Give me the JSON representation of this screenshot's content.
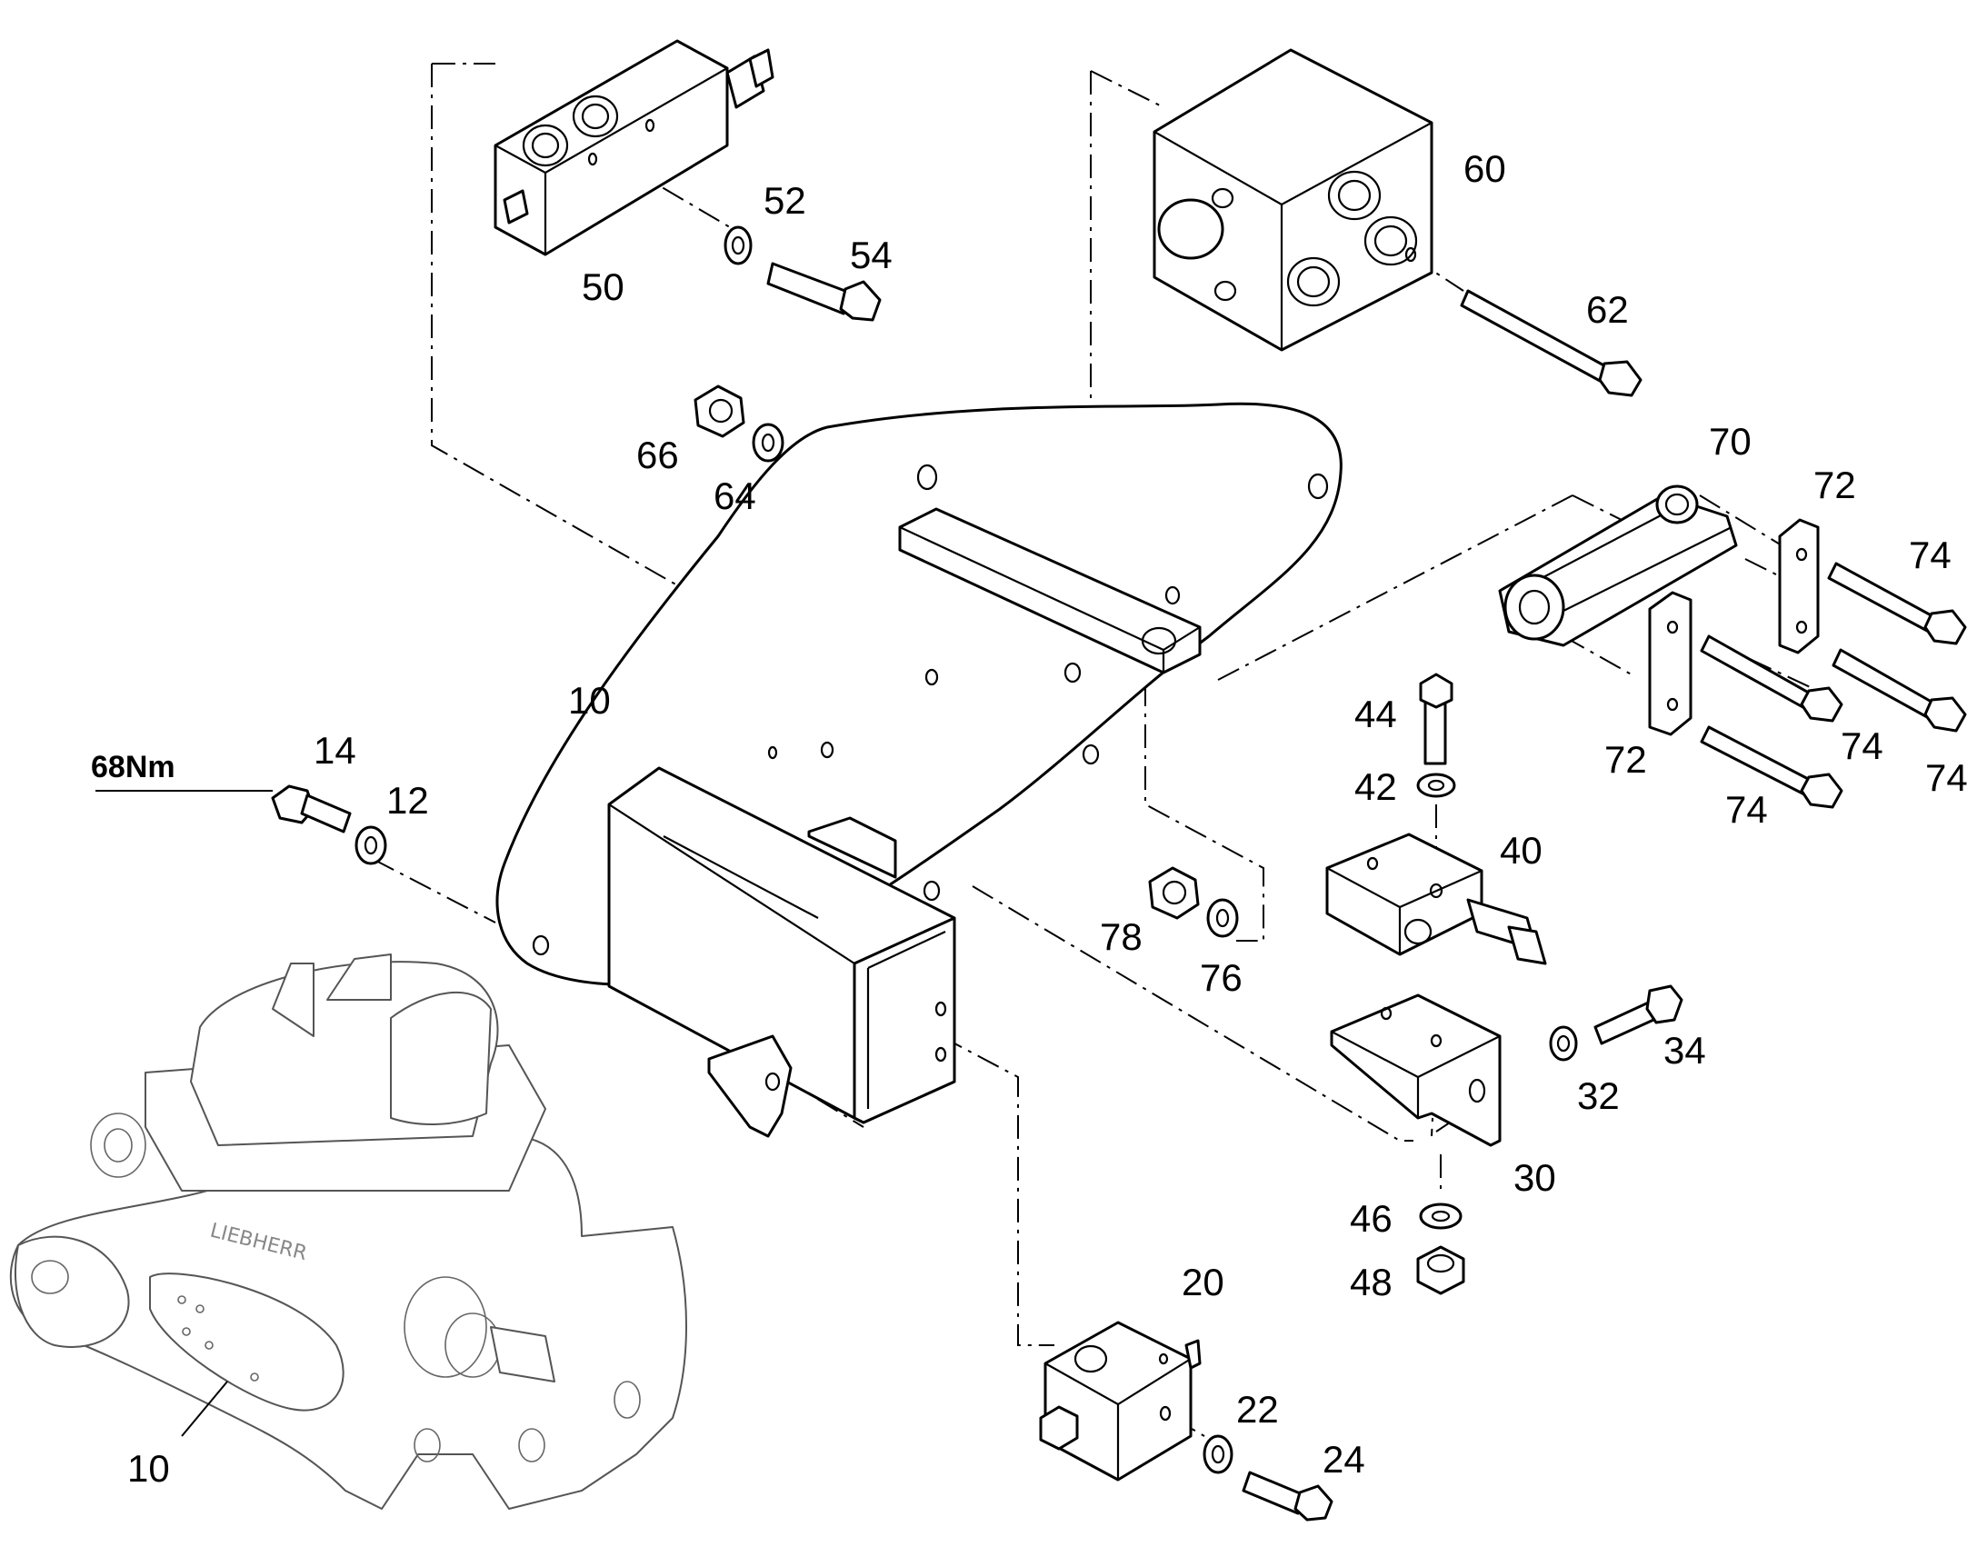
{
  "diagram": {
    "torque_note": "68Nm",
    "callouts": {
      "c10a": "10",
      "c10b": "10",
      "c12": "12",
      "c14": "14",
      "c20": "20",
      "c22": "22",
      "c24": "24",
      "c30": "30",
      "c32": "32",
      "c34": "34",
      "c40": "40",
      "c42": "42",
      "c44": "44",
      "c46": "46",
      "c48": "48",
      "c50": "50",
      "c52": "52",
      "c54": "54",
      "c60": "60",
      "c62": "62",
      "c64": "64",
      "c66": "66",
      "c70": "70",
      "c72a": "72",
      "c72b": "72",
      "c74a": "74",
      "c74b": "74",
      "c74c": "74",
      "c74d": "74",
      "c76": "76",
      "c78": "78"
    }
  }
}
